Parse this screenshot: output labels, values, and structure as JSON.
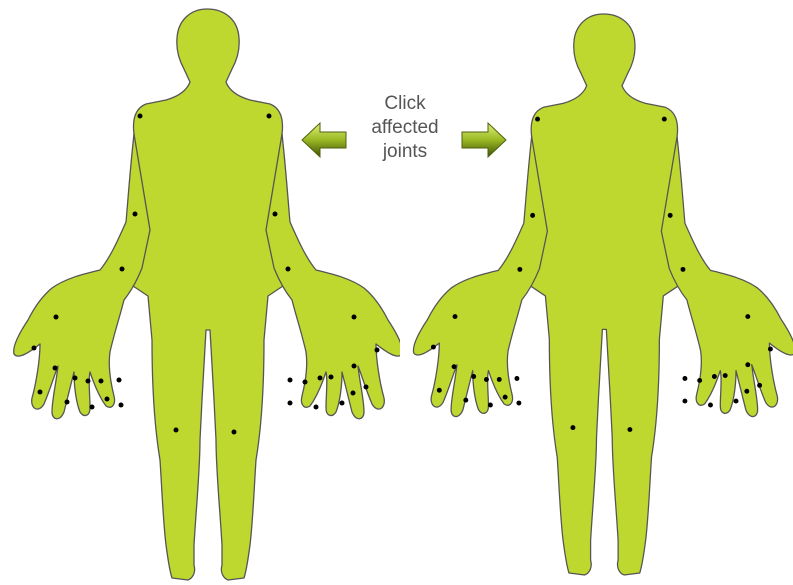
{
  "instruction": {
    "line1": "Click",
    "line2": "affected",
    "line3": "joints"
  },
  "colors": {
    "body_fill": "#bfd82f",
    "body_outline": "#555555",
    "joint_dot": "#000000",
    "arrow": "#7c9a18",
    "instruction_text": "#555555"
  },
  "icons": {
    "left_arrow": "arrow-left-icon",
    "right_arrow": "arrow-right-icon"
  },
  "figures": [
    {
      "name": "left-figure"
    },
    {
      "name": "right-figure"
    }
  ]
}
